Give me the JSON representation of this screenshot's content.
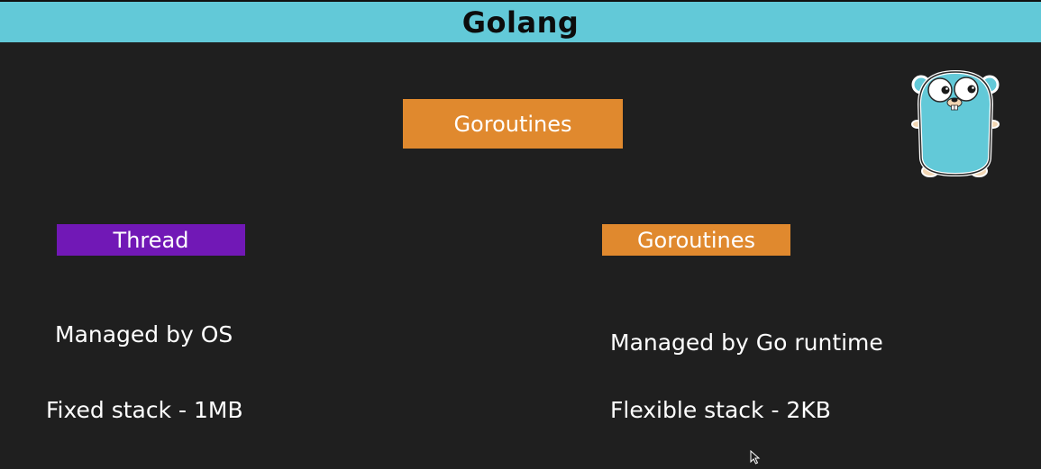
{
  "slide": {
    "title": "Golang",
    "main_box_label": "Goroutines",
    "columns": [
      {
        "header": "Thread",
        "points": [
          "Managed by OS",
          "Fixed stack - 1MB"
        ]
      },
      {
        "header": "Goroutines",
        "points": [
          "Managed by Go runtime",
          "Flexible stack - 2KB"
        ]
      }
    ]
  },
  "icons": {
    "mascot": "go-gopher-icon",
    "cursor": "mouse-cursor-icon"
  },
  "colors": {
    "title_bar": "#62c9d8",
    "background": "#1f1f1f",
    "goroutines_box": "#e0892e",
    "thread_box": "#7118b6",
    "text": "#ffffff"
  }
}
